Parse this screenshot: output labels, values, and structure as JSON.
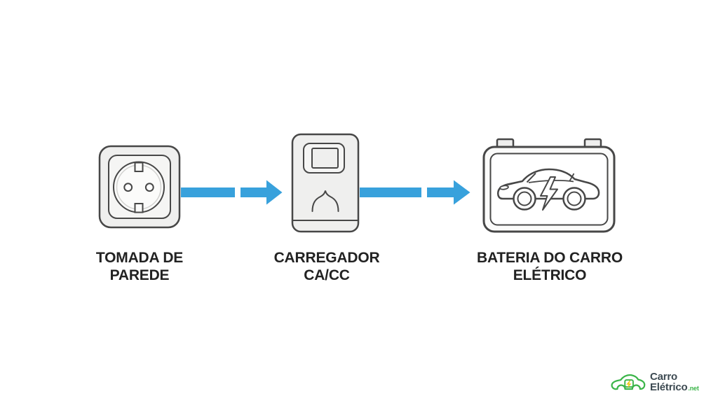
{
  "page": {
    "background": "#ffffff"
  },
  "diagram": {
    "stroke_color": "#474747",
    "arrow_color": "#38a1dc",
    "label_color": "#222222",
    "nodes": [
      {
        "id": "wall-outlet",
        "icon": "wall-outlet-icon",
        "lines": [
          "TOMADA DE",
          "PAREDE"
        ]
      },
      {
        "id": "ac-dc-charger",
        "icon": "charger-icon",
        "lines": [
          "CARREGADOR",
          "CA/CC"
        ]
      },
      {
        "id": "ev-battery",
        "icon": "car-battery-icon",
        "lines": [
          "BATERIA DO CARRO",
          "ELÉTRICO"
        ]
      }
    ],
    "arrows": [
      {
        "id": "arrow-outlet-to-charger",
        "direction": "right"
      },
      {
        "id": "arrow-charger-to-battery",
        "direction": "right"
      }
    ]
  },
  "logo": {
    "line1": "Carro",
    "line2": "Elétrico",
    "suffix": ".net",
    "text_color": "#3d4a52",
    "accent_green": "#3cb54a",
    "bolt_yellow": "#f2c81e"
  }
}
